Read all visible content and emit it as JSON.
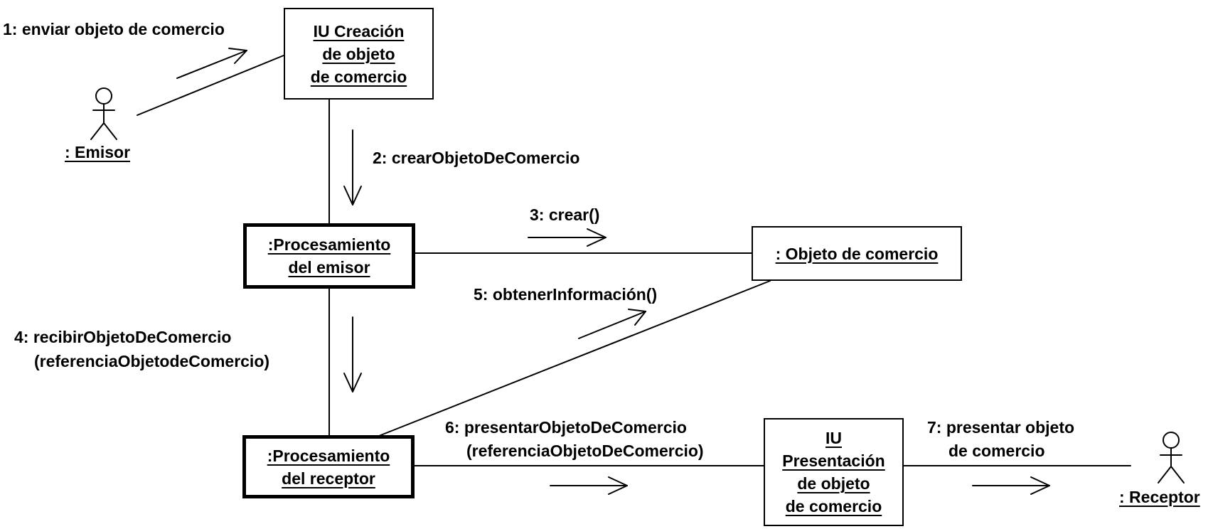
{
  "ui_box": {
    "lines": [
      "IU Creación",
      "de objeto",
      "de comercio"
    ]
  },
  "emisor": {
    "label": ": Emisor"
  },
  "proc_emisor": {
    "lines": [
      ":Procesamiento",
      "del emisor"
    ]
  },
  "obj_comercio": {
    "label": ": Objeto de comercio"
  },
  "proc_receptor": {
    "lines": [
      ":Procesamiento",
      "del receptor"
    ]
  },
  "ui_present": {
    "lines": [
      "IU",
      "Presentación",
      "de objeto",
      "de comercio"
    ]
  },
  "receptor": {
    "label": ": Receptor"
  },
  "messages": {
    "m1": "1: enviar objeto de comercio",
    "m2": "2: crearObjetoDeComercio",
    "m3": "3: crear()",
    "m4": [
      "4: recibirObjetoDeComercio",
      "(referenciaObjetodeComercio)"
    ],
    "m5": "5: obtenerInformación()",
    "m6": [
      "6: presentarObjetoDeComercio",
      "(referenciaObjetoDeComercio)"
    ],
    "m7": [
      "7: presentar objeto",
      "de comercio"
    ]
  }
}
